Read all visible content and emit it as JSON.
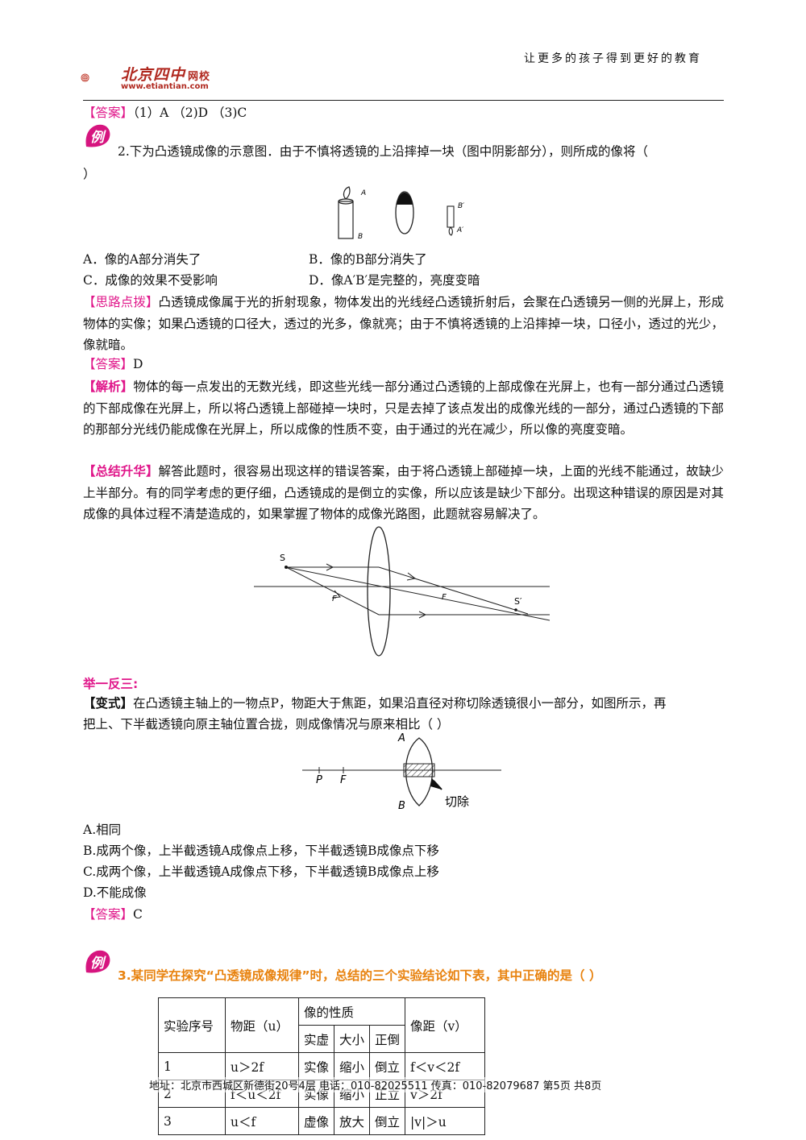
{
  "header": {
    "slogan": "让更多的孩子得到更好的教育",
    "logo_text": "北京四中",
    "logo_suffix": "网校",
    "logo_url": "www.etiantian.com"
  },
  "prev_answer": {
    "tag": "【答案】",
    "text": "（1）A  （2)D  （3)C"
  },
  "q2": {
    "badge": "例",
    "stem_line1": "2.下为凸透镜成像的示意图．由于不慎将透镜的上沿摔掉一块（图中阴影部分），则所成的像将（",
    "stem_line2": "）",
    "fig_labels": {
      "a": "A",
      "b": "B",
      "a2": "A′",
      "b2": "B′"
    },
    "options": [
      {
        "text": "A．像的A部分消失了"
      },
      {
        "text": "B．像的B部分消失了"
      },
      {
        "text": "C．成像的效果不受影响"
      },
      {
        "text": "D．像A′B′是完整的，亮度变暗"
      }
    ],
    "hint_tag": "【思路点拨】",
    "hint_text": "凸透镜成像属于光的折射现象，物体发出的光线经凸透镜折射后，会聚在凸透镜另一侧的光屏上，形成物体的实像；如果凸透镜的口径大，透过的光多，像就亮；由于不慎将透镜的上沿摔掉一块，口径小，透过的光少，像就暗。",
    "answer_tag": "【答案】",
    "answer_text": "D",
    "analysis_tag": "【解析】",
    "analysis_text": "物体的每一点发出的无数光线，即这些光线一部分通过凸透镜的上部成像在光屏上，也有一部分通过凸透镜的下部成像在光屏上，所以将凸透镜上部碰掉一块时，只是去掉了该点发出的成像光线的一部分，通过凸透镜的下部的那部分光线仍能成像在光屏上，所以成像的性质不变，由于通过的光在减少，所以像的亮度变暗。",
    "summary_tag": "【总结升华】",
    "summary_text": "解答此题时，很容易出现这样的错误答案，由于将凸透镜上部碰掉一块，上面的光线不能通过，故缺少上半部分。有的同学考虑的更仔细，凸透镜成的是倒立的实像，所以应该是缺少下部分。出现这种错误的原因是对其成像的具体过程不清楚造成的，如果掌握了物体的成像光路图，此题就容易解决了。",
    "ray_labels": {
      "s": "S",
      "f1": "F",
      "f2": "F",
      "s2": "S′"
    }
  },
  "variant": {
    "heading": "举一反三:",
    "tag": "【变式】",
    "stem_line1": "在凸透镜主轴上的一物点P，物距大于焦距，如果沿直径对称切除透镜很小一部分，如图所示，再",
    "stem_line2": "把上、下半截透镜向原主轴位置合拢，则成像情况与原来相比（    ）",
    "fig_labels": {
      "a": "A",
      "b": "B",
      "p": "P",
      "f": "F",
      "cut": "切除"
    },
    "options": [
      {
        "text": "A.相同"
      },
      {
        "text": "B.成两个像，上半截透镜A成像点上移，下半截透镜B成像点下移"
      },
      {
        "text": "C.成两个像，上半截透镜A成像点下移，下半截透镜B成像点上移"
      },
      {
        "text": "D.不能成像"
      }
    ],
    "answer_tag": "【答案】",
    "answer_text": "C"
  },
  "q3": {
    "badge": "例",
    "stem": "3.某同学在探究“凸透镜成像规律”时，总结的三个实验结论如下表，其中正确的是（    ）",
    "table": {
      "h_no": "实验序号",
      "h_u": "物距（u）",
      "h_nature": "像的性质",
      "h_real": "实虚",
      "h_size": "大小",
      "h_orient": "正倒",
      "h_v": "像距（v）",
      "rows": [
        [
          "1",
          "u＞2f",
          "实像",
          "缩小",
          "倒立",
          "f＜v＜2f"
        ],
        [
          "2",
          "f＜u＜2f",
          "实像",
          "缩小",
          "正立",
          "v＞2f"
        ],
        [
          "3",
          "u＜f",
          "虚像",
          "放大",
          "倒立",
          "|v|＞u"
        ]
      ]
    }
  },
  "footer": {
    "text": "地址：北京市西城区新德街20号4层  电话：010-82025511  传真：010-82079687   第5页  共8页"
  },
  "colors": {
    "accent_pink": "#e0178a",
    "accent_orange": "#e8820e",
    "logo_red": "#b0281f"
  }
}
